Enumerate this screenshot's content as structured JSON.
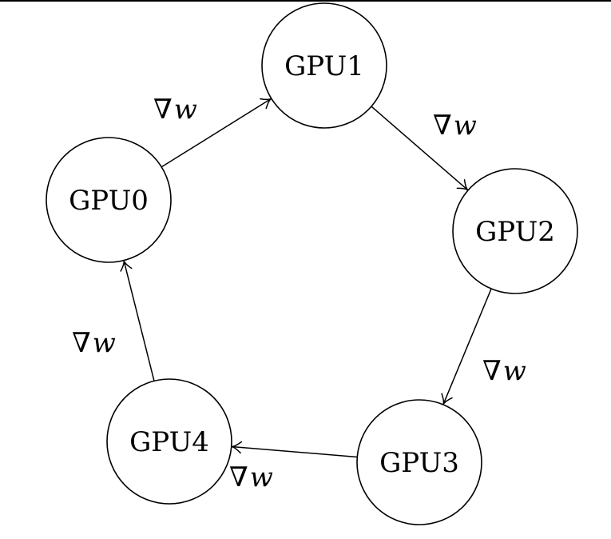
{
  "diagram": {
    "nodes": [
      {
        "id": "gpu0",
        "label": "GPU0"
      },
      {
        "id": "gpu1",
        "label": "GPU1"
      },
      {
        "id": "gpu2",
        "label": "GPU2"
      },
      {
        "id": "gpu3",
        "label": "GPU3"
      },
      {
        "id": "gpu4",
        "label": "GPU4"
      }
    ],
    "edges": [
      {
        "from": "gpu0",
        "to": "gpu1",
        "label": "∇w"
      },
      {
        "from": "gpu1",
        "to": "gpu2",
        "label": "∇w"
      },
      {
        "from": "gpu2",
        "to": "gpu3",
        "label": "∇w"
      },
      {
        "from": "gpu3",
        "to": "gpu4",
        "label": "∇w"
      },
      {
        "from": "gpu4",
        "to": "gpu0",
        "label": "∇w"
      }
    ]
  }
}
